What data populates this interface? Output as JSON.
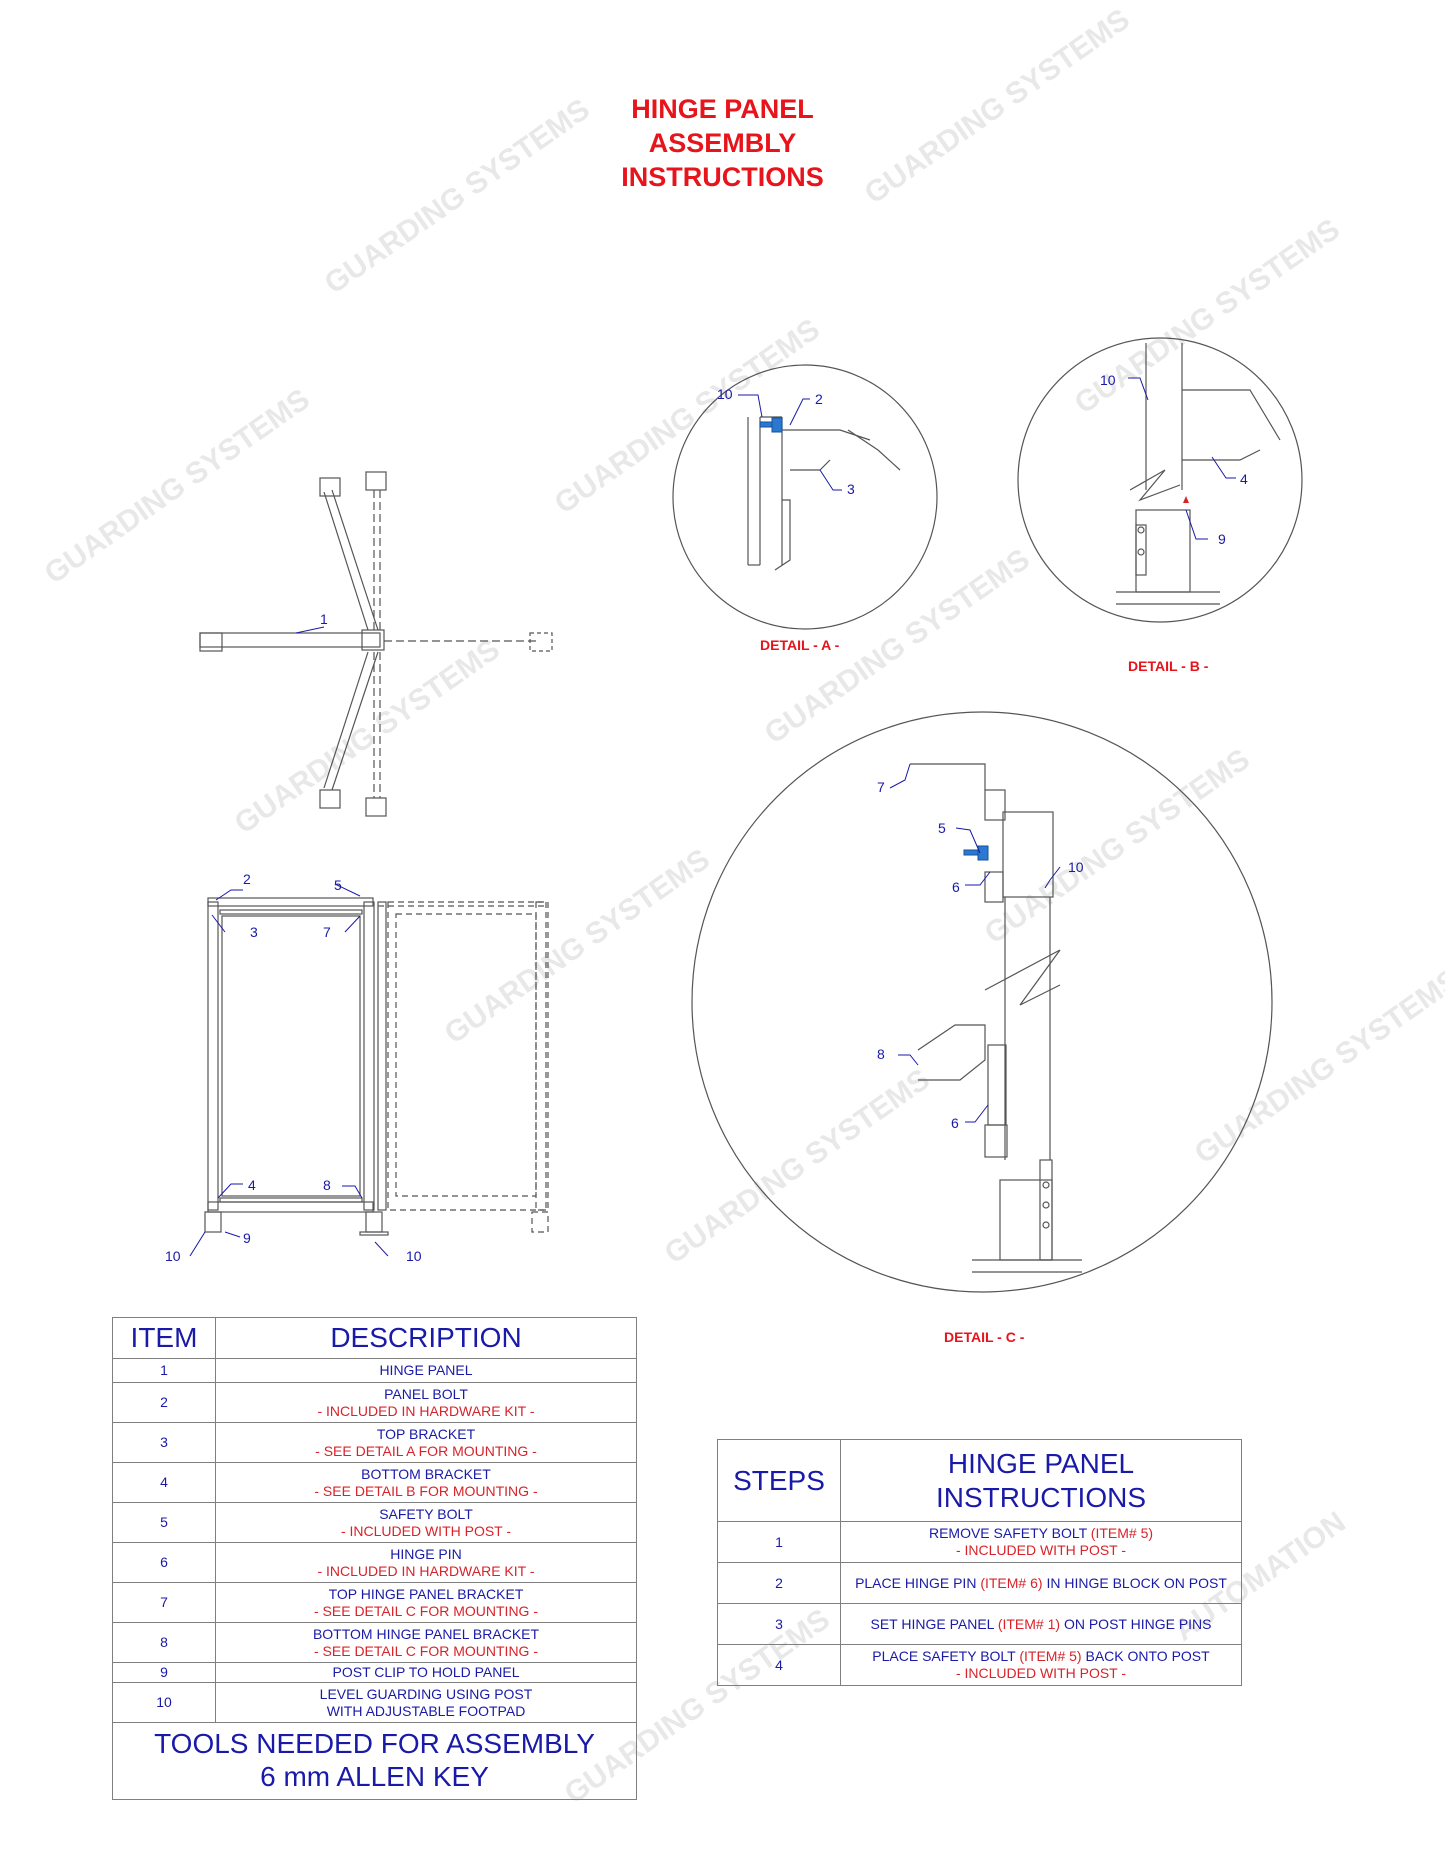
{
  "title": {
    "line1": "HINGE PANEL",
    "line2": "ASSEMBLY",
    "line3": "INSTRUCTIONS"
  },
  "watermark": {
    "line1": "AUTOMATION",
    "line2": "GUARDING SYSTEMS"
  },
  "details": {
    "a": "DETAIL  - A -",
    "b": "DETAIL  - B -",
    "c": "DETAIL  - C -"
  },
  "callouts": {
    "plan_1": "1",
    "elev_2": "2",
    "elev_3": "3",
    "elev_5": "5",
    "elev_7": "7",
    "elev_4": "4",
    "elev_8": "8",
    "elev_9": "9",
    "elev_10a": "10",
    "elev_10b": "10",
    "a_10": "10",
    "a_2": "2",
    "a_3": "3",
    "b_10": "10",
    "b_4": "4",
    "b_9": "9",
    "c_7": "7",
    "c_5": "5",
    "c_6a": "6",
    "c_10": "10",
    "c_8": "8",
    "c_6b": "6"
  },
  "items_table": {
    "header_item": "ITEM",
    "header_description": "DESCRIPTION",
    "rows": [
      {
        "num": "1",
        "desc": "HINGE  PANEL",
        "note": ""
      },
      {
        "num": "2",
        "desc": "PANEL BOLT",
        "note": "- INCLUDED IN HARDWARE KIT -"
      },
      {
        "num": "3",
        "desc": "TOP BRACKET",
        "note": "- SEE DETAIL A FOR MOUNTING -"
      },
      {
        "num": "4",
        "desc": "BOTTOM BRACKET",
        "note": "- SEE DETAIL B FOR MOUNTING -"
      },
      {
        "num": "5",
        "desc": "SAFETY BOLT",
        "note": "- INCLUDED WITH POST -"
      },
      {
        "num": "6",
        "desc": "HINGE PIN",
        "note": "- INCLUDED IN HARDWARE KIT -"
      },
      {
        "num": "7",
        "desc": "TOP HINGE PANEL BRACKET",
        "note": "- SEE DETAIL C FOR MOUNTING -"
      },
      {
        "num": "8",
        "desc": "BOTTOM HINGE PANEL BRACKET",
        "note": "- SEE DETAIL C FOR MOUNTING -"
      },
      {
        "num": "9",
        "desc": "POST CLIP TO HOLD PANEL",
        "note": ""
      },
      {
        "num": "10",
        "desc": "LEVEL GUARDING USING POST",
        "desc2": "WITH ADJUSTABLE FOOTPAD",
        "note": ""
      }
    ],
    "tools_line1": "TOOLS NEEDED FOR ASSEMBLY",
    "tools_line2": "6 mm ALLEN KEY"
  },
  "steps_table": {
    "header_steps": "STEPS",
    "header_instr_line1": "HINGE PANEL",
    "header_instr_line2": "INSTRUCTIONS",
    "rows": [
      {
        "num": "1",
        "pre": "REMOVE SAFETY BOLT ",
        "ref": "(ITEM# 5)",
        "post": "",
        "note": "- INCLUDED WITH POST -"
      },
      {
        "num": "2",
        "pre": "PLACE HINGE PIN ",
        "ref": "(ITEM# 6)",
        "post": " IN HINGE BLOCK ON POST",
        "note": ""
      },
      {
        "num": "3",
        "pre": "SET HINGE PANEL ",
        "ref": "(ITEM# 1)",
        "post": " ON POST HINGE PINS",
        "note": ""
      },
      {
        "num": "4",
        "pre": "PLACE SAFETY BOLT ",
        "ref": "(ITEM# 5)",
        "post": " BACK ONTO POST",
        "note": "- INCLUDED WITH POST -"
      }
    ]
  },
  "colors": {
    "title_red": "#e8141b",
    "callout_blue": "#1a1aa8",
    "note_red": "#d8232a",
    "bolt_blue": "#2b78d0"
  }
}
